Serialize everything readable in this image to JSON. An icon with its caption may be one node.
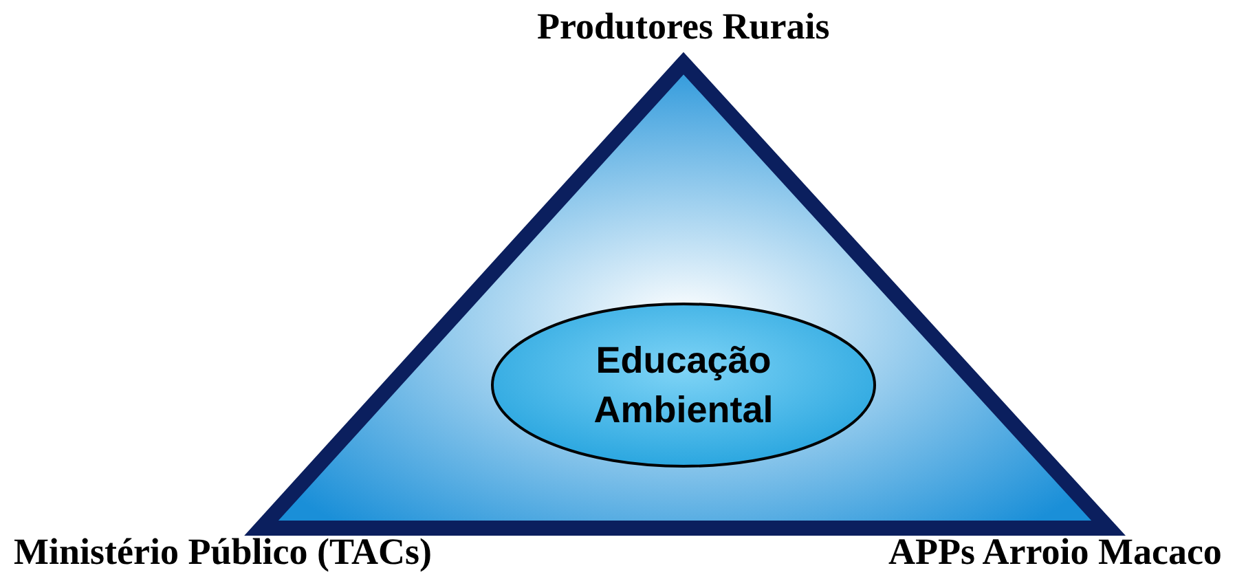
{
  "diagram": {
    "nodes": [
      {
        "text": [],
        "shape": "triangle",
        "beside": [
          "Produtores Rurais",
          "Ministério Público (TACs)",
          "APPs Arroio Macaco"
        ]
      },
      {
        "text": [
          "Educação Ambiental"
        ],
        "in": 0
      }
    ]
  }
}
